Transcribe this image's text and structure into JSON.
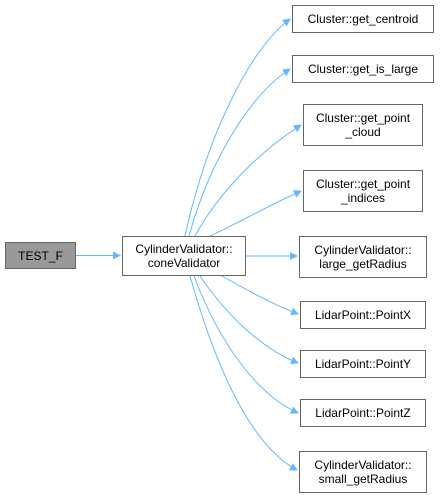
{
  "colors": {
    "edge": "#63b8ff",
    "node_border": "#666666",
    "root_fill": "#999999"
  },
  "nodes": [
    {
      "id": "n-test",
      "lines": [
        "TEST_F"
      ]
    },
    {
      "id": "n-cv",
      "lines": [
        "CylinderValidator::",
        "coneValidator"
      ]
    },
    {
      "id": "n-c0",
      "lines": [
        "Cluster::get_centroid"
      ]
    },
    {
      "id": "n-c1",
      "lines": [
        "Cluster::get_is_large"
      ]
    },
    {
      "id": "n-c2",
      "lines": [
        "Cluster::get_point",
        "_cloud"
      ]
    },
    {
      "id": "n-c3",
      "lines": [
        "Cluster::get_point",
        "_indices"
      ]
    },
    {
      "id": "n-c4",
      "lines": [
        "CylinderValidator::",
        "large_getRadius"
      ]
    },
    {
      "id": "n-c5",
      "lines": [
        "LidarPoint::PointX"
      ]
    },
    {
      "id": "n-c6",
      "lines": [
        "LidarPoint::PointY"
      ]
    },
    {
      "id": "n-c7",
      "lines": [
        "LidarPoint::PointZ"
      ]
    },
    {
      "id": "n-c8",
      "lines": [
        "CylinderValidator::",
        "small_getRadius"
      ]
    }
  ]
}
